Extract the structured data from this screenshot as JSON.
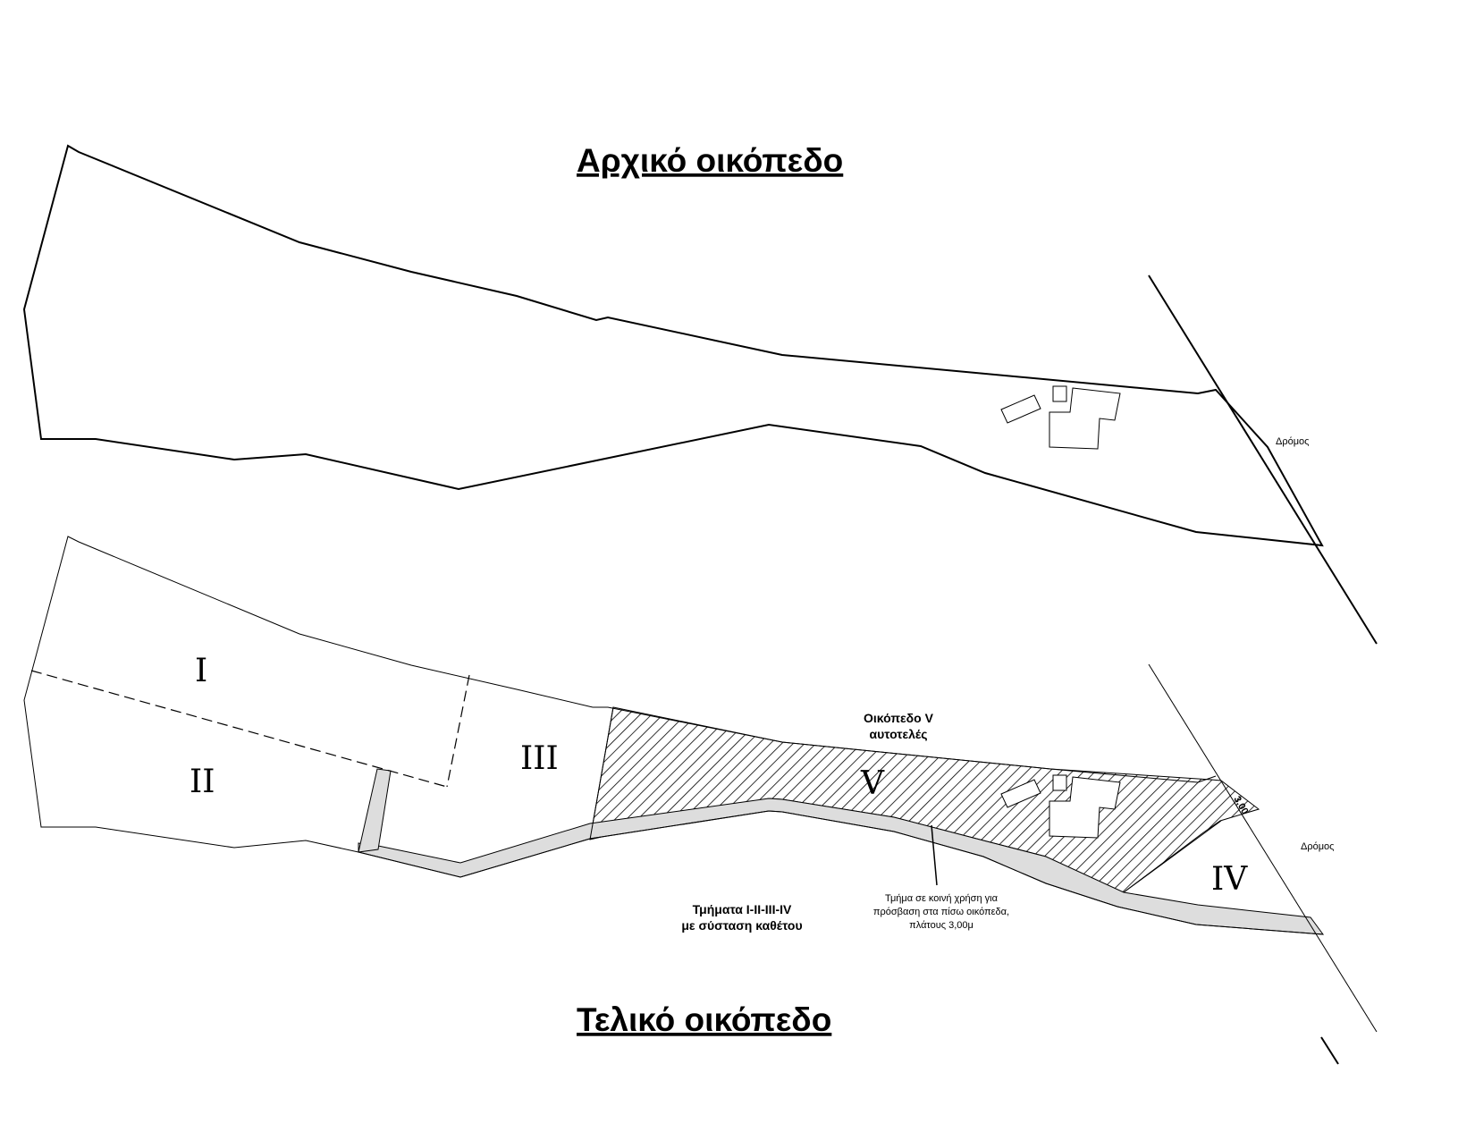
{
  "titles": {
    "initial": "Αρχικό οικόπεδο",
    "final": "Τελικό οικόπεδο"
  },
  "road_label_top": "Δρόμος",
  "road_label_bottom": "Δρόμος",
  "parcels": {
    "p1": "I",
    "p2": "II",
    "p3": "III",
    "p4": "IV",
    "p5": "V"
  },
  "plot_v_label": {
    "line1": "Οικόπεδο V",
    "line2": "αυτοτελές"
  },
  "sections_label": {
    "line1": "Τμήματα I-II-III-IV",
    "line2": "με σύσταση καθέτου"
  },
  "common_use_label": {
    "line1": "Τμήμα σε κοινή χρήση για",
    "line2": "πρόσβαση στα πίσω οικόπεδα,",
    "line3": "πλάτους 3,00μ"
  },
  "dimension_label": "3,00",
  "colors": {
    "line": "#000000",
    "strip_fill": "#dddddd",
    "hatch": "#000000"
  }
}
